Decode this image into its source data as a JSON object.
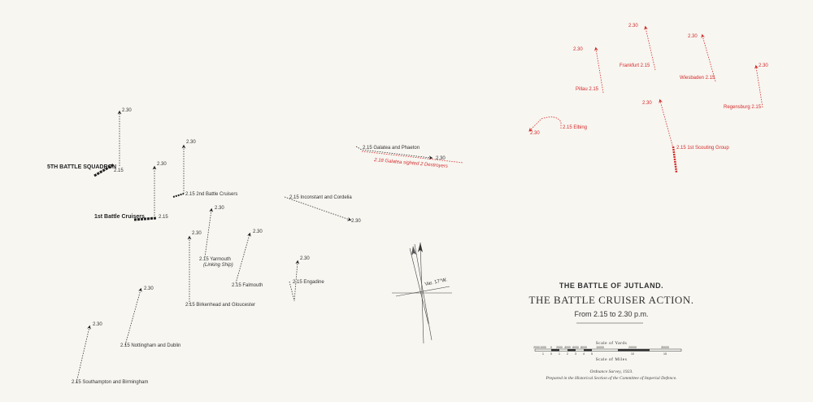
{
  "title": {
    "battle": "THE BATTLE OF JUTLAND.",
    "action": "THE BATTLE CRUISER ACTION.",
    "time_range": "From 2.15 to 2.30 p.m."
  },
  "scale": {
    "yards_label": "Scale of Yards",
    "miles_label": "Scale of Miles",
    "yard_ticks": [
      "2000",
      "1000",
      "0",
      "2000",
      "4000",
      "6000",
      "8000",
      "10000",
      "20000",
      "30000"
    ],
    "mile_ticks": [
      "1",
      "0",
      "1",
      "2",
      "3",
      "4",
      "5",
      "10",
      "15"
    ]
  },
  "credits": {
    "survey": "Ordnance Survey, 1923.",
    "prepared": "Prepared in the Historical Section of the Committee of Imperial Defence."
  },
  "compass": {
    "variation": "Var. 17°W."
  },
  "british_labels": {
    "fifth_bs": "5TH BATTLE SQUADRON",
    "fifth_bs_215": "2.15",
    "fifth_bs_230": "2.30",
    "second_bc": "2.15 2nd Battle Cruisers",
    "second_bc_230": "2.30",
    "first_bc": "1st Battle Cruisers",
    "first_bc_215": "2.15",
    "first_bc_230": "2.30",
    "galatea": "2.15 Galatea and Phaeton",
    "galatea_230": "2.30",
    "galatea_sighted": "2.18 Galatea sighted 2 Destroyers",
    "inconstant": "2.15 Inconstant and Cordelia",
    "inconstant_230": "2.30",
    "yarmouth": "2.15 Yarmouth",
    "yarmouth_note": "(Linking Ship)",
    "yarmouth_230": "2.30",
    "falmouth": "2.15 Falmouth",
    "falmouth_230": "2.30",
    "engadine": "2.15 Engadine",
    "engadine_230": "2.30",
    "birkenhead": "2.15 Birkenhead and Gloucester",
    "birkenhead_230": "2.30",
    "nottingham": "2.15 Nottingham and Dublin",
    "nottingham_230": "2.30",
    "southampton": "2.15 Southampton and Birmingham",
    "southampton_230": "2.30"
  },
  "german_labels": {
    "frankfurt": "Frankfurt 2.15",
    "frankfurt_230": "2.30",
    "wiesbaden": "Wiesbaden 2.15",
    "wiesbaden_230": "2.30",
    "pillau": "Pillau 2.15",
    "pillau_230": "2.30",
    "regensburg": "Regensburg 2.15",
    "regensburg_230": "2.30",
    "elbing": "2.15 Elbing",
    "elbing_230": "2.30",
    "scouting": "2.15 1st Scouting Group",
    "scouting_230": "2.30"
  },
  "colors": {
    "paper": "#f7f6f1",
    "british": "#333333",
    "german": "#d42a2a"
  }
}
